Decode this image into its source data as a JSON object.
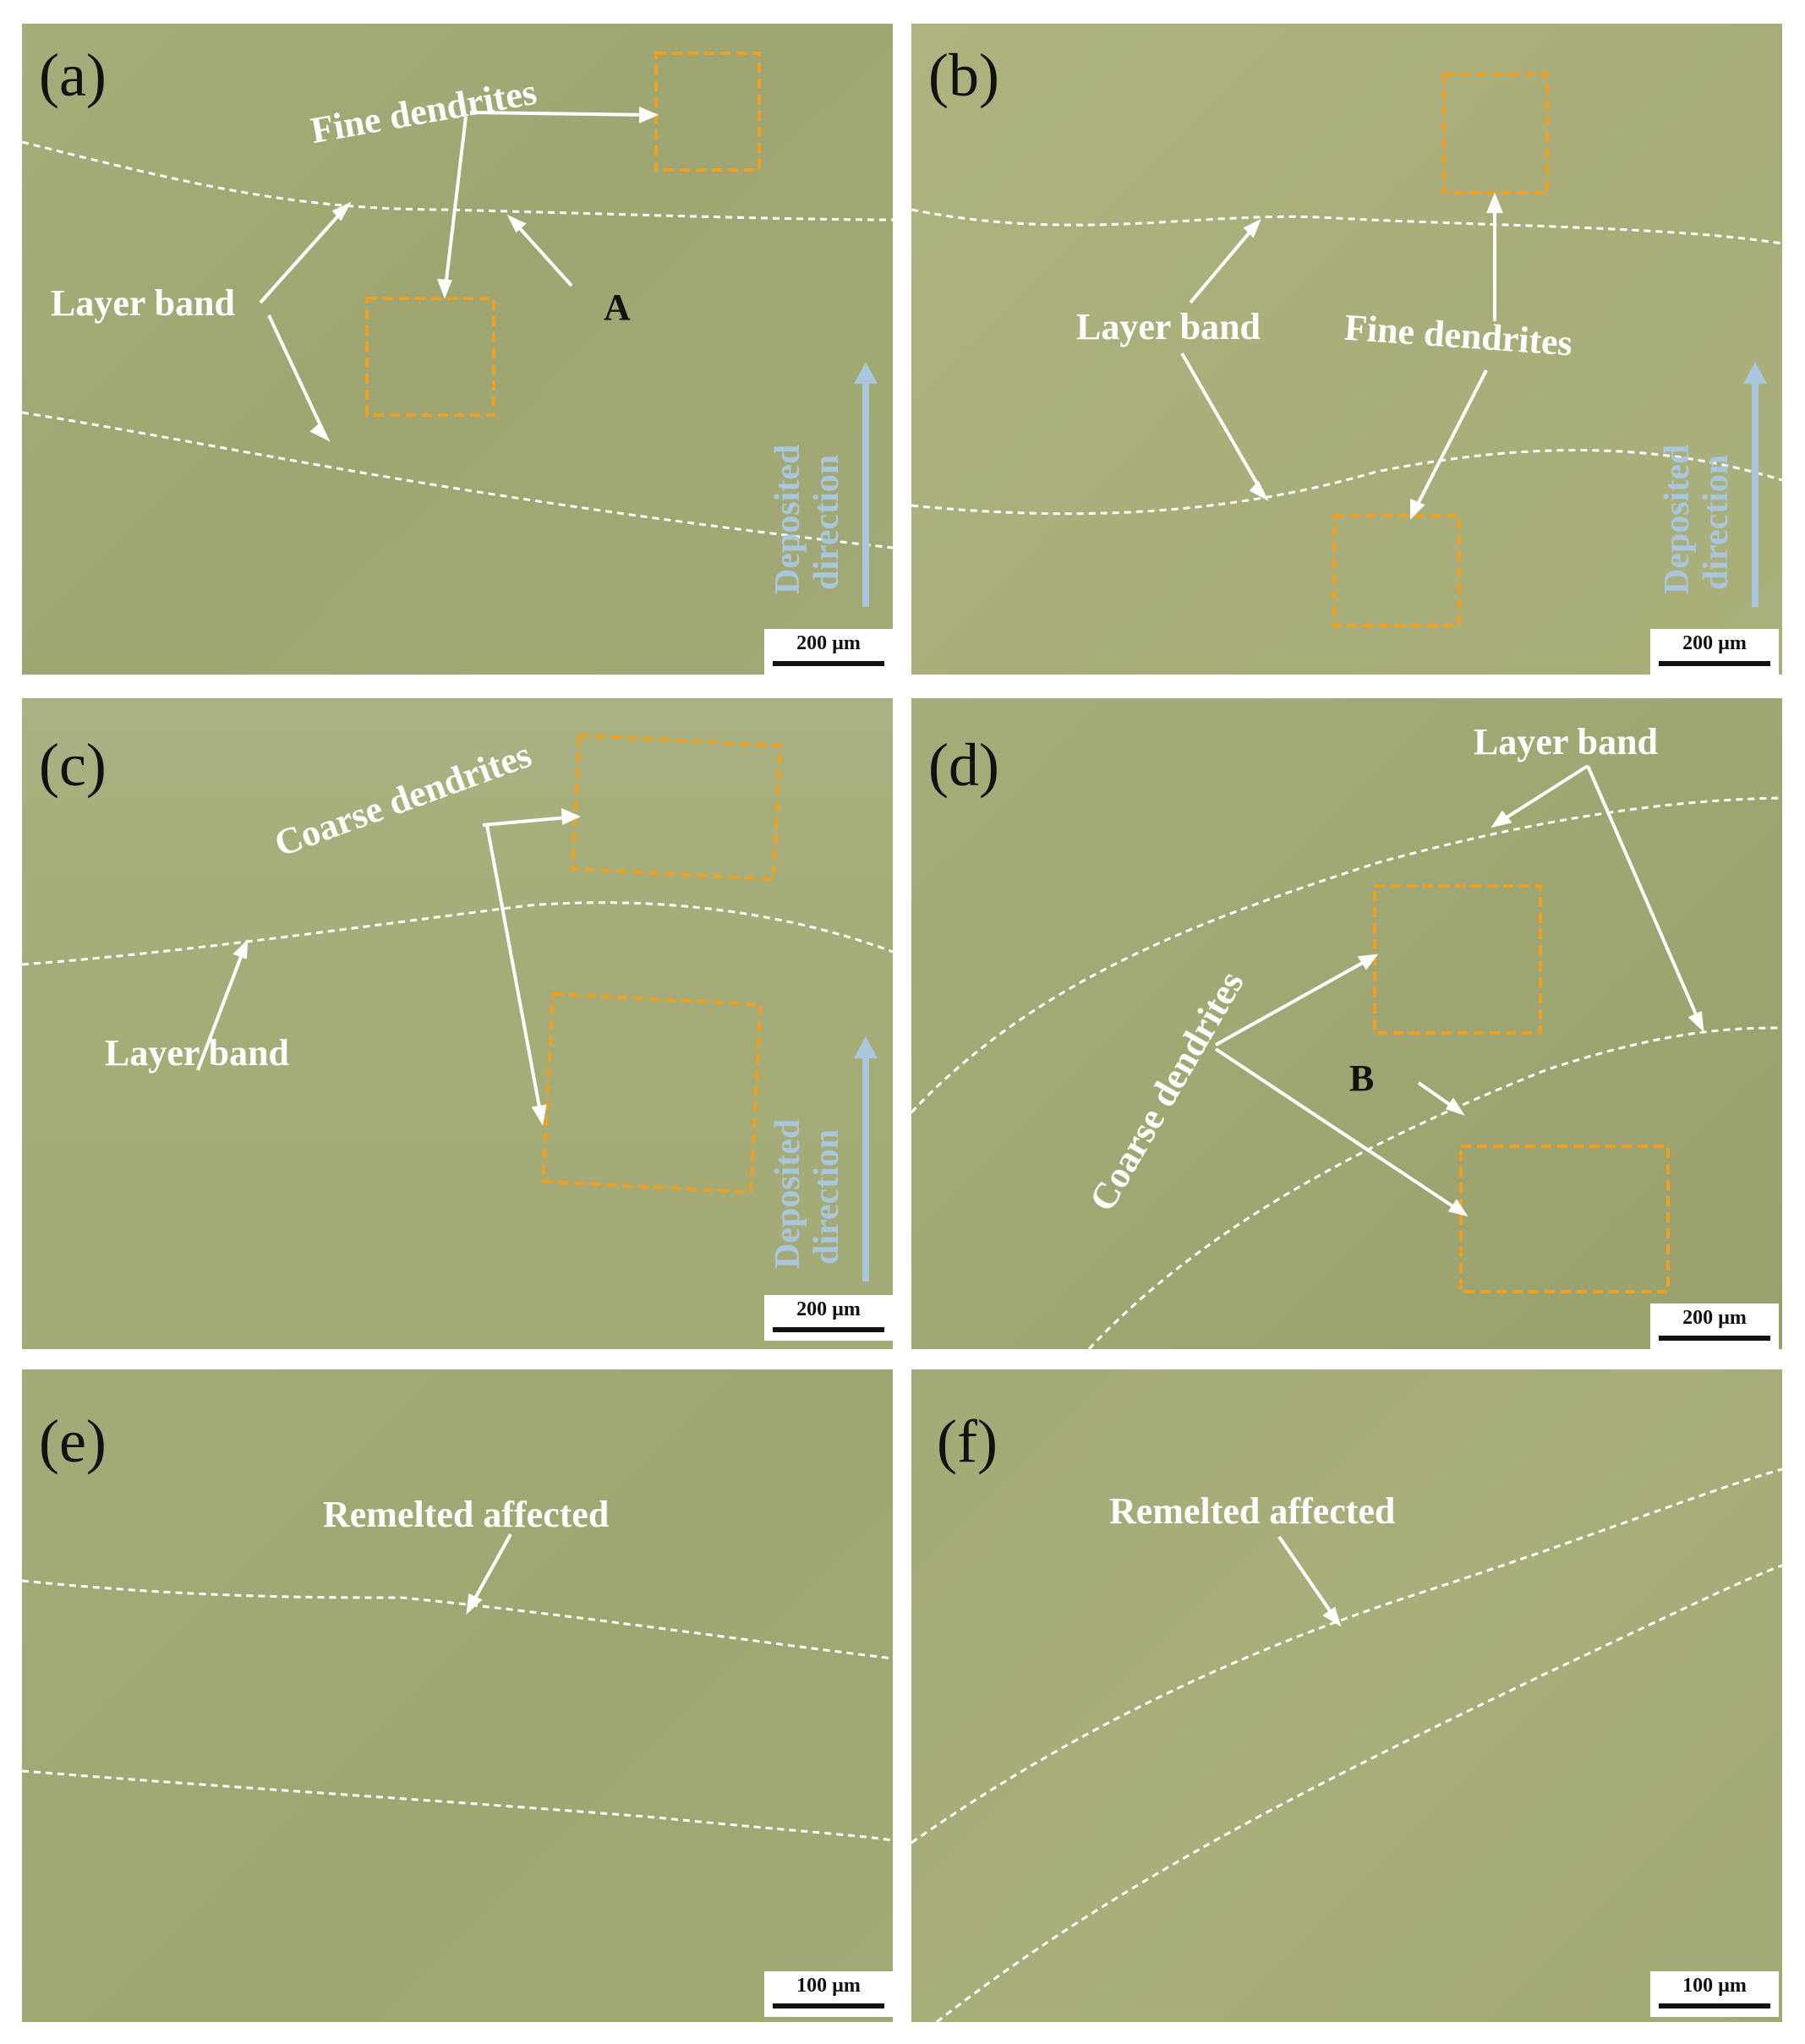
{
  "panels": {
    "a": {
      "label": "(a)",
      "fine_dendrites": "Fine dendrites",
      "layer_band": "Layer band",
      "marker": "A",
      "deposited": "Deposited",
      "direction": "direction",
      "scale": "200 µm"
    },
    "b": {
      "label": "(b)",
      "layer_band": "Layer band",
      "fine_dendrites": "Fine dendrites",
      "deposited": "Deposited",
      "direction": "direction",
      "scale": "200 µm"
    },
    "c": {
      "label": "(c)",
      "coarse_dendrites": "Coarse dendrites",
      "layer_band": "Layer band",
      "deposited": "Deposited",
      "direction": "direction",
      "scale": "200 µm"
    },
    "d": {
      "label": "(d)",
      "layer_band": "Layer band",
      "coarse_dendrites": "Coarse dendrites",
      "marker": "B",
      "scale": "200 µm"
    },
    "e": {
      "label": "(e)",
      "remelted": "Remelted affected",
      "scale": "100 µm"
    },
    "f": {
      "label": "(f)",
      "remelted": "Remelted affected",
      "scale": "100 µm"
    }
  },
  "colors": {
    "micrograph": "#a9ae7c",
    "box": "#f0a020",
    "boundary": "#ffffff",
    "deposited_arrow": "#a9c6dc"
  }
}
